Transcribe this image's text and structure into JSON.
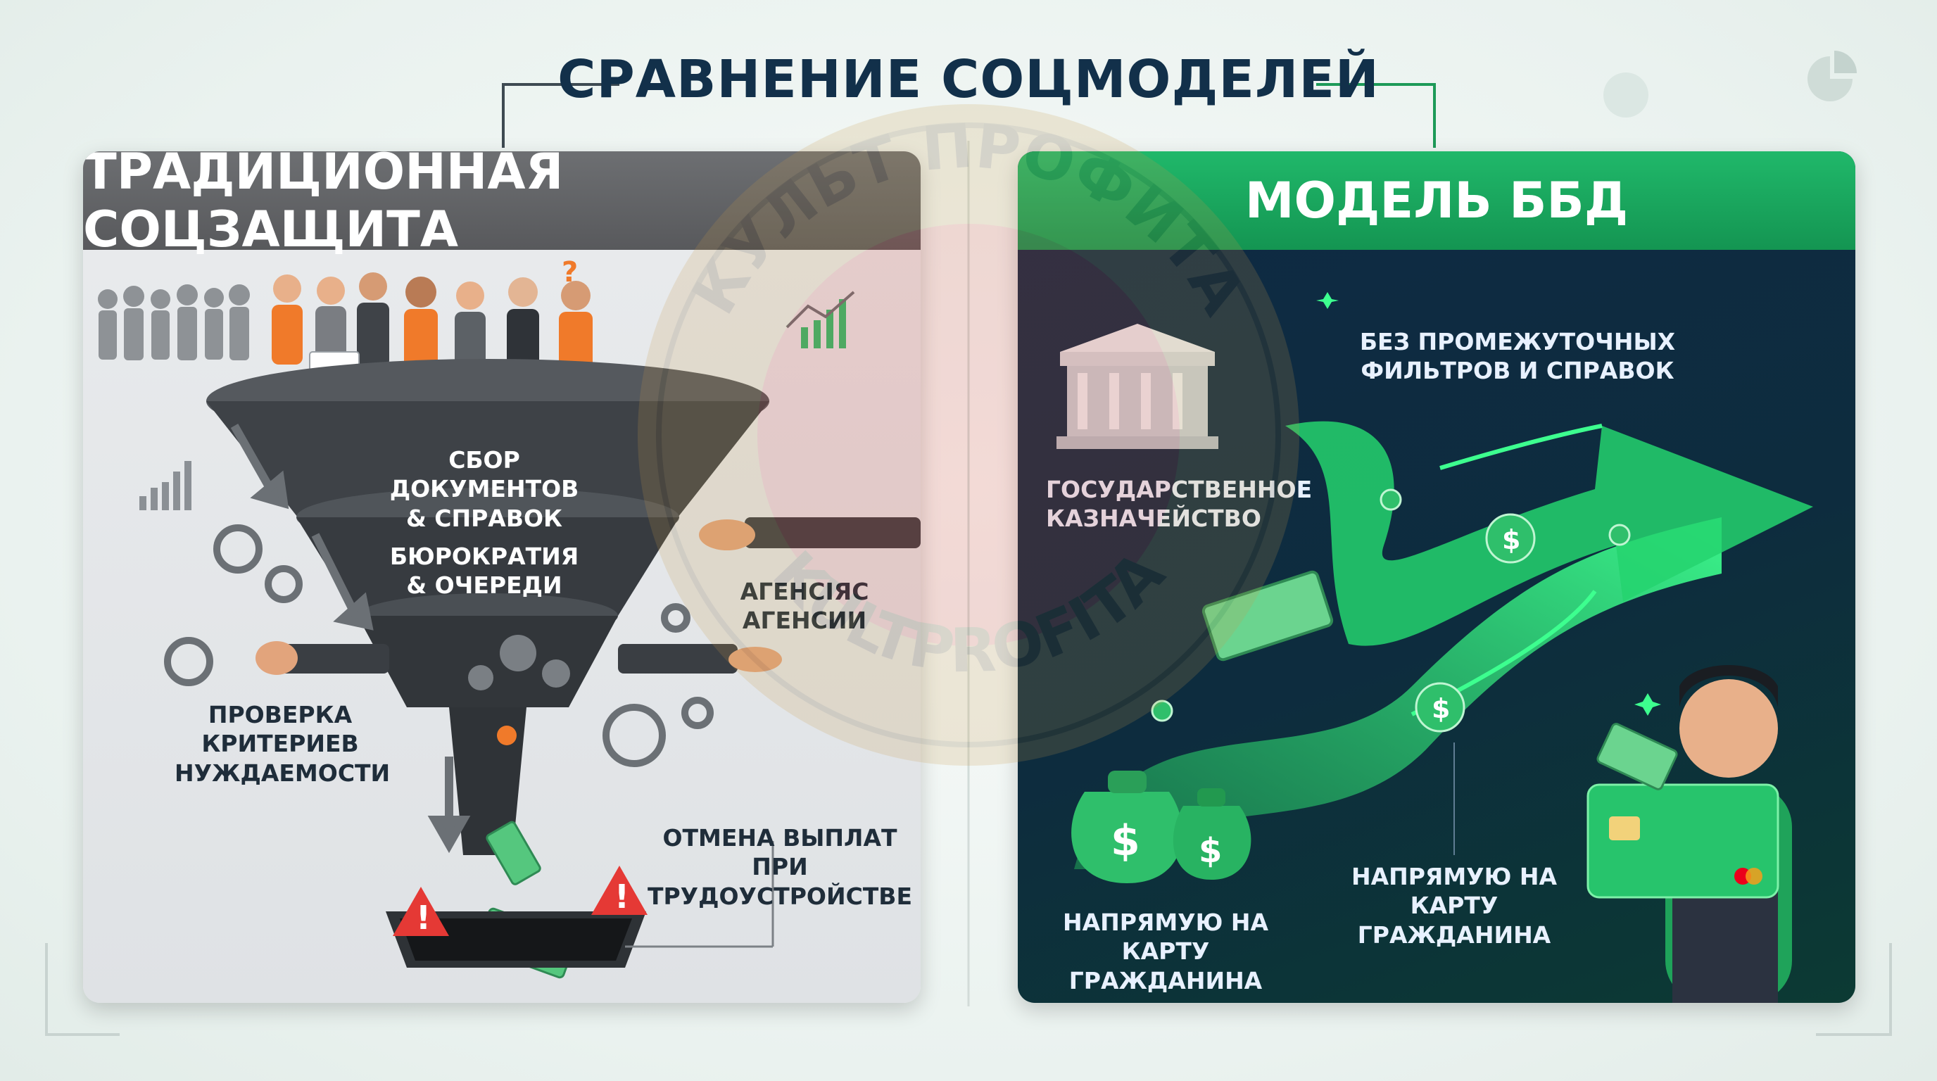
{
  "title": "СРАВНЕНИЕ СОЦМОДЕЛЕЙ",
  "left": {
    "header": "ТРАДИЦИОННАЯ СОЦЗАЩИТА",
    "labels": {
      "docs": "СБОР ДОКУМЕНТОВ\n& СПРАВОК",
      "bureaucracy": "БЮРОКРАТИЯ\n& ОЧЕРЕДИ",
      "agencies": "АГЕНСІЯС\nАГЕНСИИ",
      "criteria": "ПРОВЕРКА\nКРИТЕРИЕВ\nНУЖДАЕМОСТИ",
      "cancel": "ОТМЕНА ВЫПЛАТ ПРИ\nТРУДОУСТРОЙСТВЕ"
    },
    "question_mark": "?"
  },
  "right": {
    "header": "МОДЕЛЬ ББД",
    "labels": {
      "treasury": "ГОСУДАРСТВЕННОЕ\nКАЗНАЧЕЙСТВО",
      "no_filters": "БЕЗ ПРОМЕЖУТОЧНЫХ\nФИЛЬТРОВ И СПРАВОК",
      "direct_1": "НАПРЯМУЮ НА КАРТУ\nГРАЖДАНИНА",
      "direct_2": "НАПРЯМУЮ НА КАРТУ\nГРАЖДАНИНА"
    },
    "currency_symbol": "$"
  },
  "watermark": {
    "text_top": "КУЛЬТ ПРОФИТА",
    "text_bottom": "KULTPROFITA"
  },
  "colors": {
    "title": "#12304a",
    "left_header": "#5f6164",
    "right_header": "#1aa85f",
    "accent_orange": "#f07a2a",
    "money_green": "#2fbf6b",
    "warning_red": "#e53935"
  }
}
